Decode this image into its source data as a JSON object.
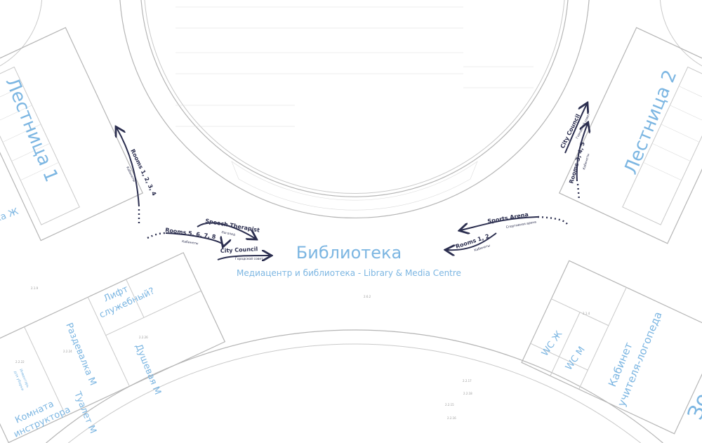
{
  "title": {
    "main": "Библиотека",
    "subtitle": "Медиацентр и библиотека - Library & Media Centre"
  },
  "rooms": {
    "stair1": "Лестница 1",
    "stair2": "Лестница 2",
    "left_partial": "ка Ж",
    "lift": [
      "Лифт",
      "служебный?"
    ],
    "changing_m": "Раздевалка М",
    "shower_m": "Душевая М",
    "toilet_m": "Туалет М",
    "instructor": [
      "Комната",
      "инструктора"
    ],
    "cleaning": [
      "Инвентарь",
      "для уборки"
    ],
    "wc_f": "WC Ж",
    "wc_m": "WC М",
    "speech_room": [
      "Кабинет",
      "учителя-логопеда"
    ],
    "right_partial": "Зо"
  },
  "arrows": [
    {
      "label": "Rooms 1, 2, 3, 4",
      "sub": "Кабинеты"
    },
    {
      "label": "Rooms 5, 6, 7, 8",
      "sub": "Кабинеты"
    },
    {
      "label": "Speech Therapist",
      "sub": "Логопед"
    },
    {
      "label": "City Council",
      "sub": "Городской совет"
    },
    {
      "label": "Sports Arena",
      "sub": "Спортивная арена"
    },
    {
      "label": "Rooms 1, 2",
      "sub": "Кабинеты"
    },
    {
      "label": "City Council",
      "sub": "Городской совет"
    },
    {
      "label": "Rooms 3, 4, 5",
      "sub": "Кабинеты"
    }
  ],
  "room_numbers": [
    "2.2.24",
    "2.2.22",
    "2.2.26",
    "2.1.9",
    "2.1.4",
    "2.6.2",
    "2.2.17",
    "2.2.18",
    "2.2.15",
    "2.2.16"
  ],
  "colors": {
    "room_label": "#7cb6e2",
    "arrow": "#2b2e4f",
    "linework": "#c9c9c9"
  }
}
